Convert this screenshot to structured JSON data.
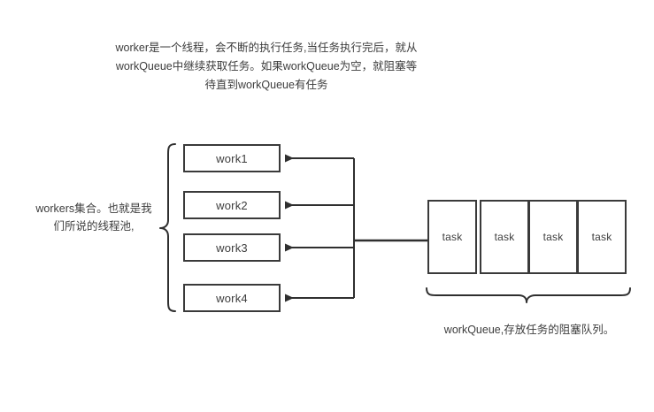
{
  "diagram": {
    "title": "Java thread pool (workers / workQueue) diagram",
    "colors": {
      "stroke": "#3a3a3a",
      "text": "#3d3d3d",
      "background": "#ffffff"
    }
  },
  "annotations": {
    "worker_note": "worker是一个线程，会不断的执行任务,当任务执行完后，就从workQueue中继续获取任务。如果workQueue为空，就阻塞等待直到workQueue有任务",
    "workers_note": "workers集合。也就是我们所说的线程池,",
    "queue_note": "workQueue,存放任务的阻塞队列。"
  },
  "workers": [
    {
      "label": "work1"
    },
    {
      "label": "work2"
    },
    {
      "label": "work3"
    },
    {
      "label": "work4"
    }
  ],
  "queue": {
    "tasks": [
      {
        "label": "task"
      },
      {
        "label": "task"
      },
      {
        "label": "task"
      },
      {
        "label": "task"
      }
    ]
  }
}
